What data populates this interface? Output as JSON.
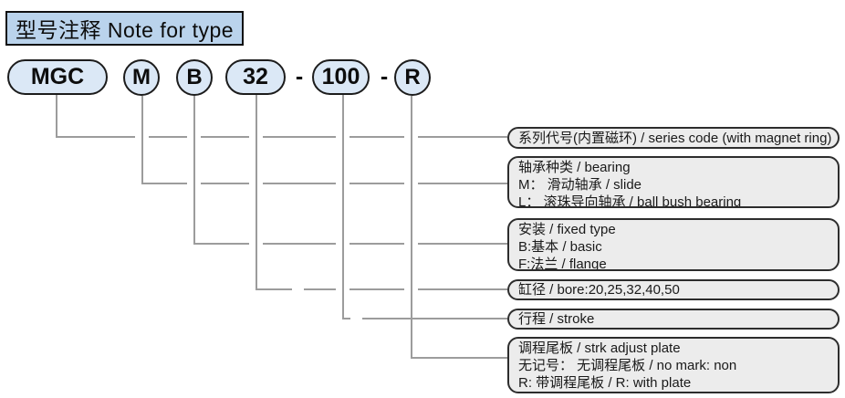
{
  "title": "型号注释 Note for type",
  "model_code": {
    "separator": "-",
    "segments": [
      {
        "label": "MGC",
        "shape": "pill"
      },
      {
        "label": "M",
        "shape": "circle"
      },
      {
        "label": "B",
        "shape": "circle"
      },
      {
        "label": "32",
        "shape": "pill"
      },
      {
        "label": "100",
        "shape": "pill"
      },
      {
        "label": "R",
        "shape": "circle"
      }
    ]
  },
  "annotations": [
    {
      "lines": [
        "系列代号(内置磁环) / series code (with magnet ring)"
      ]
    },
    {
      "lines": [
        "轴承种类 / bearing",
        "M： 滑动轴承 / slide",
        "L： 滚珠导向轴承 / ball bush bearing"
      ]
    },
    {
      "lines": [
        "安装 / fixed type",
        "B:基本 / basic",
        "F:法兰 / flange"
      ]
    },
    {
      "lines": [
        "缸径 / bore:20,25,32,40,50"
      ]
    },
    {
      "lines": [
        "行程 / stroke"
      ]
    },
    {
      "lines": [
        "调程尾板 / strk adjust plate",
        "无记号： 无调程尾板 / no mark: non",
        "R: 带调程尾板 / R: with plate"
      ]
    }
  ],
  "colors": {
    "title_fill": "#bad3ec",
    "bubble_fill": "#dbe8f6",
    "box_fill": "#ececec",
    "border": "#1c1c1c",
    "connector": "#9c9c9c"
  }
}
